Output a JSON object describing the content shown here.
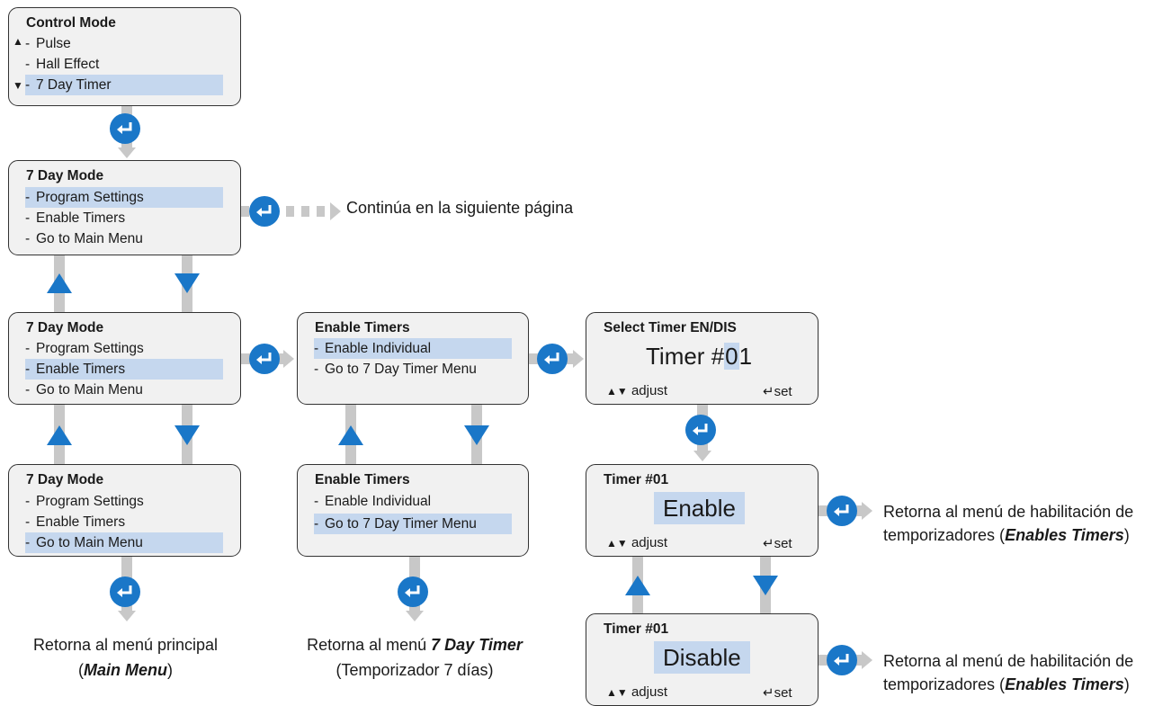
{
  "screens": {
    "control_mode": {
      "title": "Control Mode",
      "items": [
        "Pulse",
        "Hall Effect",
        "7 Day Timer"
      ]
    },
    "day_mode_1": {
      "title": "7 Day Mode",
      "items": [
        "Program Settings",
        "Enable Timers",
        "Go to Main Menu"
      ]
    },
    "day_mode_2": {
      "title": "7 Day Mode",
      "items": [
        "Program Settings",
        "Enable Timers",
        "Go to Main Menu"
      ]
    },
    "day_mode_3": {
      "title": "7 Day Mode",
      "items": [
        "Program Settings",
        "Enable Timers",
        "Go to Main Menu"
      ]
    },
    "enable_timers_1": {
      "title": "Enable Timers",
      "items": [
        "Enable Individual",
        "Go to 7 Day Timer Menu"
      ]
    },
    "enable_timers_2": {
      "title": "Enable Timers",
      "items": [
        "Enable Individual",
        "Go to 7 Day Timer Menu"
      ]
    },
    "select_timer": {
      "title": "Select Timer EN/DIS",
      "value_prefix": "Timer #",
      "value_digit1": "0",
      "value_digit2": "1",
      "adjust": "adjust",
      "set": "set"
    },
    "timer_enable": {
      "title": "Timer #01",
      "value": "Enable",
      "adjust": "adjust",
      "set": "set"
    },
    "timer_disable": {
      "title": "Timer #01",
      "value": "Disable",
      "adjust": "adjust",
      "set": "set"
    }
  },
  "notes": {
    "continue": "Continúa en la siguiente página",
    "main_menu_line1": "Retorna al menú principal",
    "main_menu_open": "(",
    "main_menu_bold": "Main Menu",
    "main_menu_close": ")",
    "timer_menu_prefix": "Retorna al menú ",
    "timer_menu_bold": "7 Day Timer",
    "timer_menu_line2": "(Temporizador 7 días)",
    "enable_line1": "Retorna al menú de habilitación de",
    "enable_prefix": "temporizadores (",
    "enable_bold": "Enables Timers",
    "enable_suffix": ")",
    "disable_line1": "Retorna al menú de habilitación de",
    "disable_prefix": "temporizadores (",
    "disable_bold": "Enables Timers",
    "disable_suffix": ")"
  },
  "glyphs": {
    "up": "▲",
    "down": "▼",
    "enter": "↵"
  },
  "colors": {
    "accent": "#1a77c8",
    "highlight": "#c5d7ee",
    "connector": "#c8c8c8",
    "panel": "#f1f1f1"
  }
}
